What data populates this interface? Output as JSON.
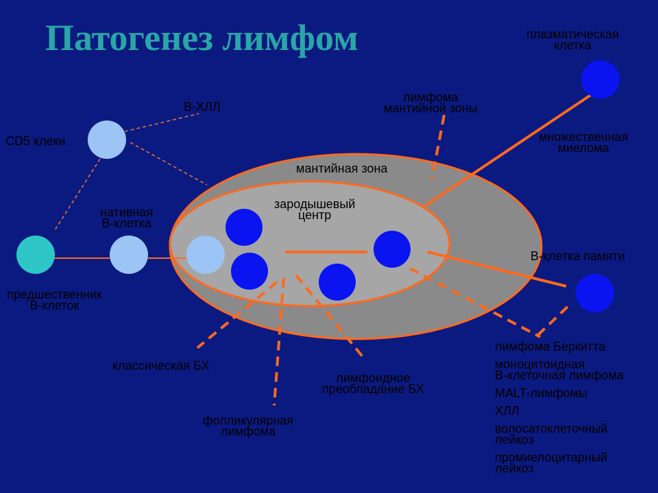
{
  "title": "Патогенез лимфом",
  "colors": {
    "background": "#0b1a80",
    "title": "#2aa6a6",
    "outer_ellipse": "#8a8a8a",
    "inner_ellipse": "#a6a6a6",
    "outline": "#ff6a1f",
    "dark_cell": "#0a14f0",
    "light_cell": "#9cc4f4",
    "teal_cell": "#2ec6c6",
    "dashed_cd5": "#f07830"
  },
  "labels": {
    "cd5": "CD5 клеки",
    "bhll": "В-ХЛЛ",
    "native": [
      "нативная",
      "В-клетка"
    ],
    "precursor": [
      "предшественник",
      "В-клеток"
    ],
    "mantle_zone": "мантийная зона",
    "germinal_center": [
      "зародышевый",
      "центр"
    ],
    "mantle_lymphoma": [
      "лимфома",
      "мантийной зоны"
    ],
    "plasma_cell": [
      "плазматическая",
      "клетка"
    ],
    "myeloma": [
      "множественная",
      "миелома"
    ],
    "memory_cell": "В-клетка памяти",
    "classic_hl": "классическая БХ",
    "lymphoid_hl": [
      "лимфоидное",
      "преобладание БХ"
    ],
    "follicular": [
      "фолликулярная",
      "лимфома"
    ]
  },
  "memory_list": [
    [
      "лимфома Беркитта"
    ],
    [
      "моноцитоидная",
      "В-клеточная лимфома"
    ],
    [
      "MALT-лимфомы"
    ],
    [
      "ХЛЛ"
    ],
    [
      "волосатоклеточный",
      "лейкоз"
    ],
    [
      "промиелоцитарный",
      "лейкоз"
    ]
  ]
}
